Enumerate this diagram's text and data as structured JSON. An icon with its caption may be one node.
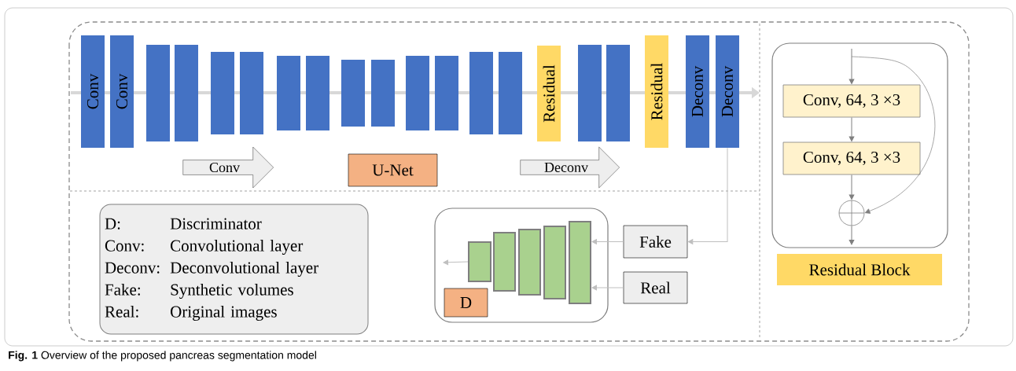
{
  "diagram": {
    "caption": "**Fig. 1** Overview of the proposed pancreas segmentation model",
    "nodes": [
      {
        "text": [
          "Conv"
        ]
      },
      {
        "text": [
          "Conv"
        ]
      },
      {
        "text": [],
        "shape": "bar"
      },
      {
        "text": [],
        "shape": "bar"
      },
      {
        "text": [],
        "shape": "bar"
      },
      {
        "text": [],
        "shape": "bar"
      },
      {
        "text": [],
        "shape": "bar"
      },
      {
        "text": [],
        "shape": "bar"
      },
      {
        "text": [],
        "shape": "bar"
      },
      {
        "text": [],
        "shape": "bar"
      },
      {
        "text": [],
        "shape": "bar"
      },
      {
        "text": [],
        "shape": "bar"
      },
      {
        "text": [],
        "shape": "bar"
      },
      {
        "text": [],
        "shape": "bar"
      },
      {
        "text": [
          "Residual"
        ]
      },
      {
        "text": [],
        "shape": "bar"
      },
      {
        "text": [],
        "shape": "bar"
      },
      {
        "text": [
          "Residual"
        ]
      },
      {
        "text": [
          "Deconv"
        ]
      },
      {
        "text": [
          "Deconv"
        ]
      },
      {
        "text": [
          "Conv"
        ]
      },
      {
        "text": [
          "U-Net"
        ]
      },
      {
        "text": [
          "Deconv"
        ]
      },
      {
        "text": [
          "D:",
          "Discriminator",
          "Conv:",
          "Convolutional layer",
          "Deconv:",
          "Deconvolutional layer",
          "Fake:",
          "Synthetic volumes",
          "Real:",
          "Original images"
        ]
      },
      {
        "text": [],
        "shape": "box"
      },
      {
        "text": [],
        "shape": "bar",
        "in": 24
      },
      {
        "text": [],
        "shape": "bar",
        "in": 24
      },
      {
        "text": [],
        "shape": "bar",
        "in": 24
      },
      {
        "text": [],
        "shape": "bar",
        "in": 24
      },
      {
        "text": [],
        "shape": "bar",
        "in": 24
      },
      {
        "text": [
          "D"
        ],
        "in": 24
      },
      {
        "text": [
          "Fake"
        ]
      },
      {
        "text": [
          "Real"
        ]
      },
      {
        "text": [],
        "shape": "box"
      },
      {
        "text": [
          "Conv, 64, 3 ×3"
        ],
        "in": 33
      },
      {
        "text": [
          "Conv, 64, 3 ×3"
        ],
        "in": 33
      },
      {
        "text": [],
        "shape": "circle",
        "in": 33
      },
      {
        "text": [
          "Residual Block"
        ]
      }
    ],
    "edges": [
      {
        "from": 19,
        "to": 31,
        "arrow": "to"
      },
      {
        "from": 31,
        "to": 29,
        "arrow": "to"
      },
      {
        "from": 32,
        "to": 29,
        "arrow": "to"
      },
      {
        "from": 25,
        "to": null,
        "arrow": "to"
      },
      {
        "from": null,
        "to": 34,
        "arrow": "to"
      },
      {
        "from": 34,
        "to": 35,
        "arrow": "to"
      },
      {
        "from": 35,
        "to": 36,
        "arrow": "to"
      },
      {
        "from": 36,
        "to": null,
        "arrow": "to"
      },
      {
        "from": null,
        "to": 36,
        "arrow": "to"
      }
    ]
  }
}
